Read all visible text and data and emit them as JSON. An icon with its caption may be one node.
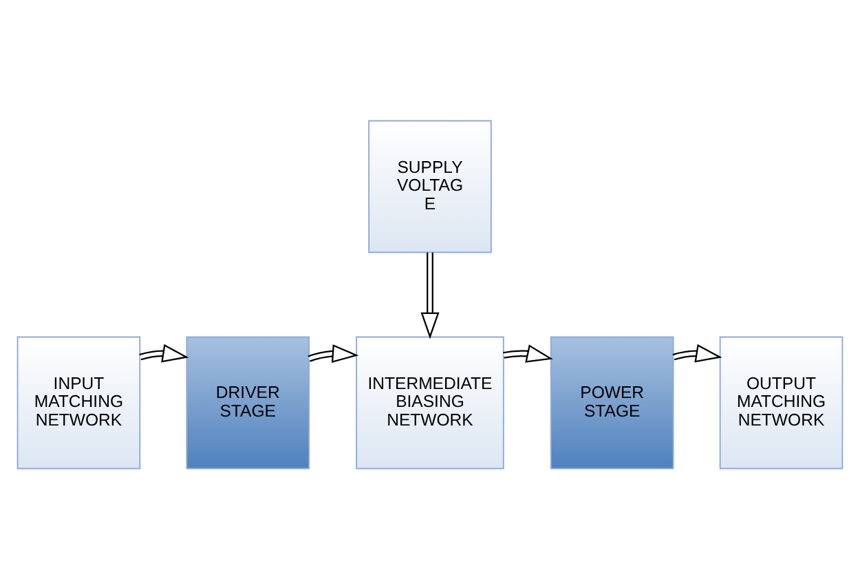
{
  "diagram": {
    "nodes": [
      {
        "text": [
          "SUPPLY VOLTAG E"
        ]
      },
      {
        "text": [
          "INPUT MATCHING NETWORK"
        ]
      },
      {
        "text": [
          "DRIVER STAGE"
        ]
      },
      {
        "text": [
          "INTERMEDIATE BIASING NETWORK"
        ]
      },
      {
        "text": [
          "POWER STAGE"
        ]
      },
      {
        "text": [
          "OUTPUT MATCHING NETWORK"
        ]
      }
    ],
    "edges": [
      {
        "from": 1,
        "to": 2,
        "arrow": "to"
      },
      {
        "from": 2,
        "to": 3,
        "arrow": "to"
      },
      {
        "from": 3,
        "to": 4,
        "arrow": "to"
      },
      {
        "from": 4,
        "to": 5,
        "arrow": "to"
      },
      {
        "from": 0,
        "to": 3,
        "arrow": "to"
      }
    ]
  }
}
